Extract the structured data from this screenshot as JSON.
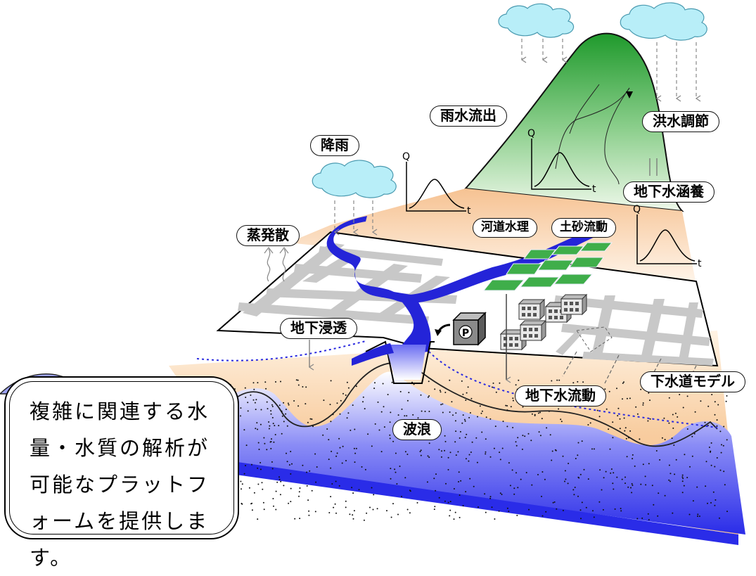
{
  "labels": {
    "rainfall": "降雨",
    "runoff": "雨水流出",
    "flood_control": "洪水調節",
    "recharge": "地下水涵養",
    "evapotranspiration": "蒸発散",
    "channel_hydraulics": "河道水理",
    "sediment": "土砂流動",
    "infiltration": "地下浸透",
    "sewer_model": "下水道モデル",
    "groundwater_flow": "地下水流動",
    "waves": "波浪"
  },
  "graph_axes": {
    "q": "Q",
    "t": "t"
  },
  "pump_symbol": "P",
  "callout": "複雑に関連する水量・水質の解析が可能なプラットフォームを提供します。",
  "colors": {
    "mountain_top": "#1f9a2c",
    "mountain_base": "#e9f6e4",
    "soil": "#f7c89a",
    "river": "#2424d8",
    "sea": "#3d3ff0",
    "groundwater_line": "#2a2ae0",
    "road": "#c8c8c8",
    "field": "#3fae4a"
  }
}
